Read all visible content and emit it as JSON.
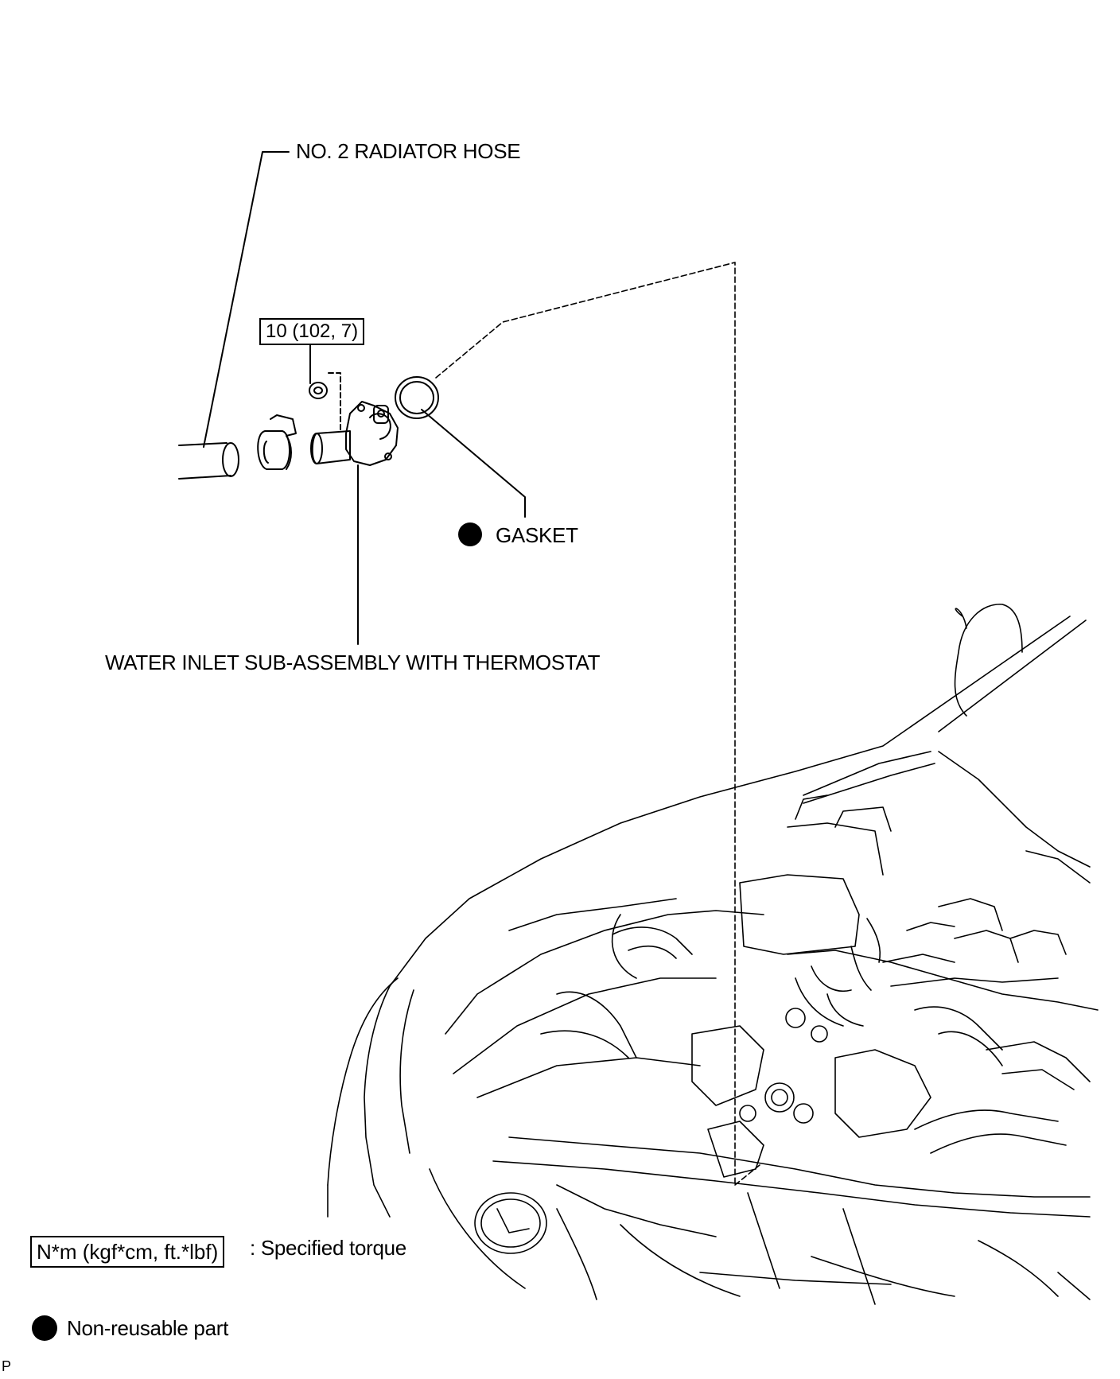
{
  "callouts": {
    "hose": "NO. 2 RADIATOR HOSE",
    "gasket": "GASKET",
    "water_inlet": "WATER INLET SUB-ASSEMBLY WITH THERMOSTAT"
  },
  "torque_spec": {
    "value": "10 (102, 7)"
  },
  "legend": {
    "torque_units": "N*m (kgf*cm, ft.*lbf)",
    "torque_desc": ": Specified torque",
    "nonreusable_desc": "Non-reusable part"
  },
  "corner_code": "P"
}
